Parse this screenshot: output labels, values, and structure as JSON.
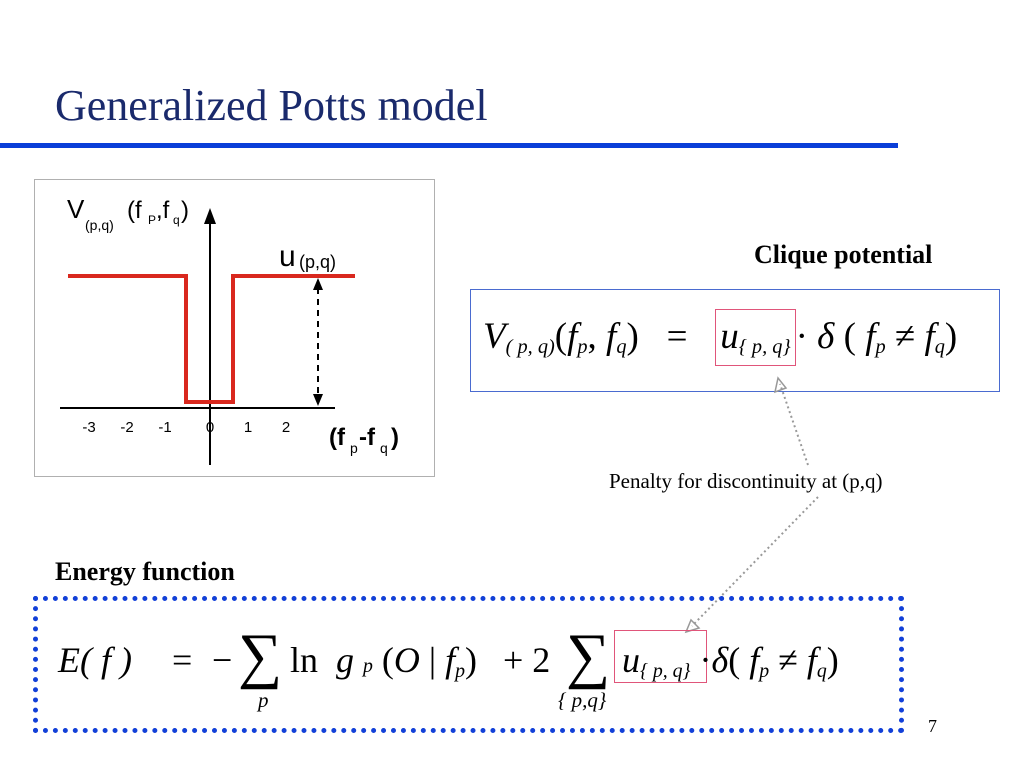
{
  "slide": {
    "title": "Generalized Potts model",
    "page_number": "7"
  },
  "plot": {
    "ylabel_main": "V",
    "ylabel_sub": "(p,q)",
    "ylabel_args_open": "(f",
    "ylabel_args_p": "P",
    "ylabel_args_mid": ",f",
    "ylabel_args_q": "q",
    "ylabel_args_close": ")",
    "u_label": "u",
    "u_label_sub": "(p,q)",
    "xlabel_open": "(f",
    "xlabel_p": "p",
    "xlabel_mid": "-f",
    "xlabel_q": "q",
    "xlabel_close": ")",
    "ticks": [
      "-3",
      "-2",
      "-1",
      "0",
      "1",
      "2"
    ],
    "line_color": "#d9281e"
  },
  "clique": {
    "heading": "Clique potential",
    "V": "V",
    "V_sub": "( p, q)",
    "args_open": "(",
    "f1": "f",
    "f1_sub": "p",
    "comma": ",",
    "f2": "f",
    "f2_sub": "q",
    "args_close": ")",
    "equals": "=",
    "u": "u",
    "u_sub": "{ p, q}",
    "dot": "·",
    "delta": "δ",
    "d_open": "(",
    "d_f1": "f",
    "d_f1_sub": "p",
    "neq": "≠",
    "d_f2": "f",
    "d_f2_sub": "q",
    "d_close": ")"
  },
  "annotation": {
    "penalty_text": "Penalty for discontinuity at (p,q)"
  },
  "energy": {
    "heading": "Energy function",
    "E": "E",
    "E_args": "( f )",
    "equals": "=",
    "minus": "−",
    "sigma": "∑",
    "sum1_under": "p",
    "ln": "ln",
    "g": "g",
    "g_sub": "p",
    "g_args_open": "(",
    "O": "O",
    "bar": "|",
    "f": "f",
    "f_sub": "p",
    "g_args_close": ")",
    "plus_two": "+ 2",
    "sum2_under": "{ p,q}",
    "u": "u",
    "u_sub": "{ p, q}",
    "dot": "·",
    "delta": "δ",
    "d_open": "(",
    "d_f1": "f",
    "d_f1_sub": "p",
    "neq": "≠",
    "d_f2": "f",
    "d_f2_sub": "q",
    "d_close": ")"
  },
  "colors": {
    "title": "#1a2a6c",
    "rule": "#0a3ed8",
    "highlight": "#e0557a",
    "energy_border": "#1240d8"
  }
}
